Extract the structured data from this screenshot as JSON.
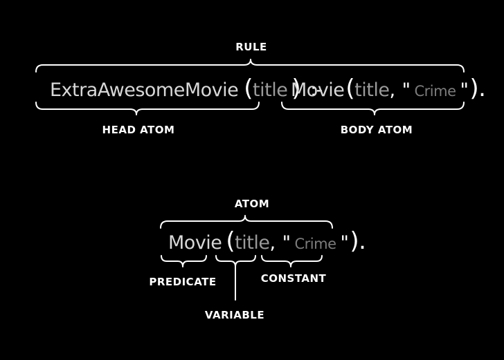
{
  "rule_example": {
    "rule_label": "RULE",
    "head_label": "HEAD ATOM",
    "body_label": "BODY ATOM",
    "head_predicate": "ExtraAwesomeMovie",
    "head_open": "(",
    "head_variable": "title",
    "head_close": ")",
    "implication": ":-",
    "body_predicate": "Movie",
    "body_open": "(",
    "body_variable": "title",
    "body_comma": ",",
    "body_quote_open": "\"",
    "body_constant": "Crime",
    "body_quote_close": "\"",
    "body_close": ").",
    "colors": {
      "stroke": "#ffffff",
      "predicate": "#d8d8d8",
      "variable": "#9a9a9a",
      "constant": "#7c7c7c"
    }
  },
  "atom_example": {
    "atom_label": "ATOM",
    "predicate_label": "PREDICATE",
    "variable_label": "VARIABLE",
    "constant_label": "CONSTANT",
    "predicate": "Movie",
    "open": "(",
    "variable": "title",
    "comma": ",",
    "quote_open": "\"",
    "constant": "Crime",
    "quote_close": "\"",
    "close": ")."
  }
}
